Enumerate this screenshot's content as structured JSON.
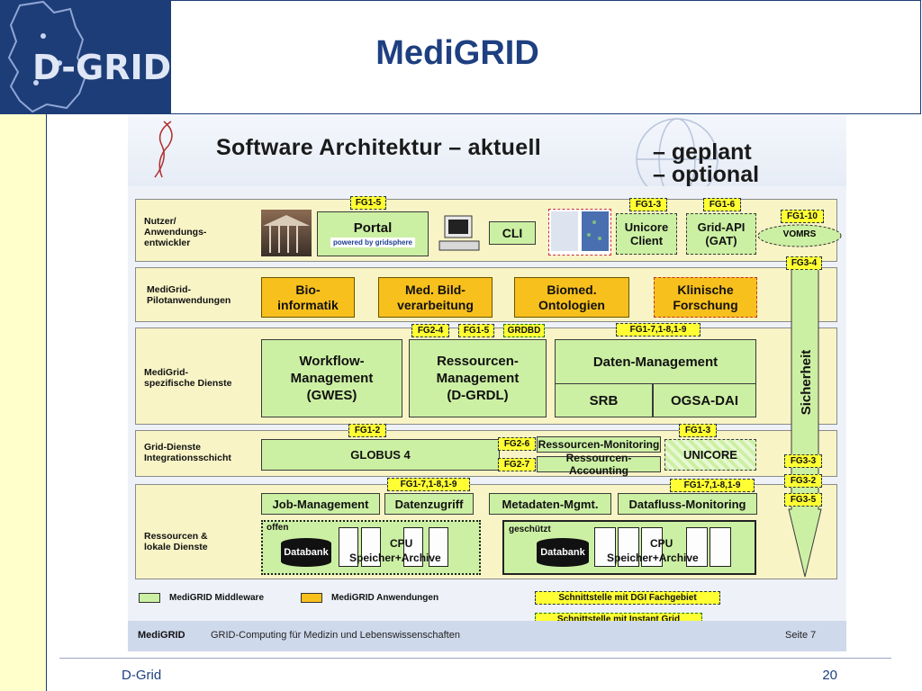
{
  "slide": {
    "title": "MediGRID",
    "logo_text": "D-GRID",
    "footer_left": "D-Grid",
    "page_number": "20"
  },
  "picture": {
    "heading": "Software Architektur – aktuell",
    "heading_geplant": "– geplant",
    "heading_optional": "– optional",
    "layers": {
      "nutzer": "Nutzer/\nAnwendungs-\nentwickler",
      "pilot": "MediGrid-\nPilotanwendungen",
      "dienste": "MediGrid-\nspezifische Dienste",
      "integration": "Grid-Dienste\nIntegrationsschicht",
      "ressourcen": "Ressourcen &\nlokale Dienste"
    },
    "boxes": {
      "portal": "Portal",
      "gridsphere": "powered by gridsphere",
      "cli": "CLI",
      "unicore_client": "Unicore\nClient",
      "grid_api": "Grid-API\n(GAT)",
      "vomrs": "VOMRS",
      "sicherheit": "Sicherheit",
      "bioinformatik": "Bio-\ninformatik",
      "bildverarbeitung": "Med. Bild-\nverarbeitung",
      "ontologien": "Biomed.\nOntologien",
      "klinische": "Klinische\nForschung",
      "workflow": "Workflow-\nManagement\n(GWES)",
      "ressourcen_mgmt": "Ressourcen-\nManagement\n(D-GRDL)",
      "daten_mgmt": "Daten-Management",
      "srb": "SRB",
      "ogsa": "OGSA-DAI",
      "globus": "GLOBUS 4",
      "res_monitoring": "Ressourcen-Monitoring",
      "res_accounting": "Ressourcen-Accounting",
      "unicore": "UNICORE",
      "job_mgmt": "Job-Management",
      "datenzugriff": "Datenzugriff",
      "metadaten": "Metadaten-Mgmt.",
      "datenfluss": "Datafluss-Monitoring",
      "offen": "offen",
      "geschuetzt": "geschützt",
      "databank": "Databank",
      "cpu": "CPU",
      "speicher": "Speicher+Archive"
    },
    "tags": {
      "fg1_5": "FG1-5",
      "fg1_3": "FG1-3",
      "fg1_6": "FG1-6",
      "fg1_10": "FG1-10",
      "fg3_4": "FG3-4",
      "fg2_4": "FG2-4",
      "grdbd": "GRDBD",
      "fg1_789": "FG1-7,1-8,1-9",
      "fg1_2": "FG1-2",
      "fg2_6": "FG2-6",
      "fg2_7": "FG2-7",
      "fg3_3": "FG3-3",
      "fg3_2": "FG3-2",
      "fg3_5": "FG3-5"
    },
    "legend": {
      "middleware": "MediGRID Middleware",
      "anwendungen": "MediGRID Anwendungen",
      "dgi": "Schnittstelle mit DGI Fachgebiet",
      "instant": "Schnittstelle mit Instant Grid"
    },
    "footer": {
      "brand": "MediGRID",
      "subtitle": "GRID-Computing für Medizin und Lebenswissenschaften",
      "page": "Seite 7"
    }
  },
  "colors": {
    "middleware": "#ccf0a3",
    "anwendungen": "#f8c01c",
    "band": "#f8f4c6",
    "tag": "#ffff33",
    "slide_blue": "#1d3d78"
  }
}
